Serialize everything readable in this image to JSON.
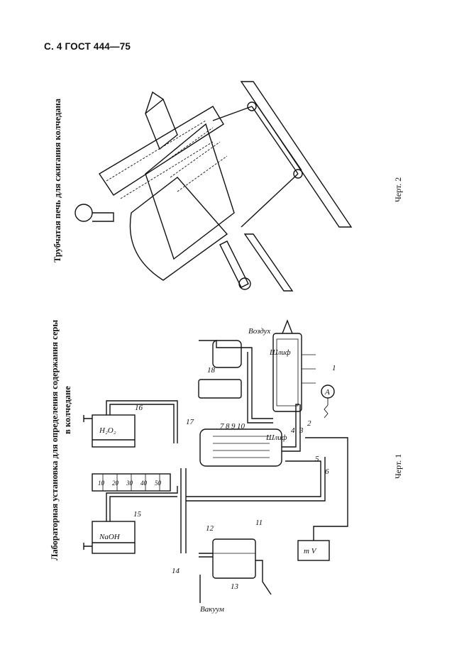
{
  "header": "С. 4 ГОСТ 444—75",
  "figure1": {
    "title_line1": "Лабораторная установка для определения содержания серы",
    "title_line2": "в колчедане",
    "caption": "Черт. 1",
    "labels": {
      "n1": "1",
      "n2": "2",
      "n3": "3",
      "n4": "4",
      "n5": "5",
      "n6": "6",
      "n7": "7",
      "n8": "8",
      "n9": "9",
      "n10": "10",
      "n11": "11",
      "n12": "12",
      "n13": "13",
      "n14": "14",
      "n15": "15",
      "n16": "16",
      "n17": "17",
      "n18": "18",
      "air": "Воздух",
      "vacuum": "Вакуум",
      "shlif_top": "Шлиф",
      "shlif_mid": "Шлиф",
      "naoh": "NaOH",
      "h2o2": "H₂O₂",
      "mv": "m V",
      "ammeter": "A",
      "scale": [
        "10",
        "20",
        "30",
        "40",
        "50"
      ]
    }
  },
  "figure2": {
    "title": "Трубчатая печь для сжигания колчедана",
    "caption": "Черт. 2"
  }
}
